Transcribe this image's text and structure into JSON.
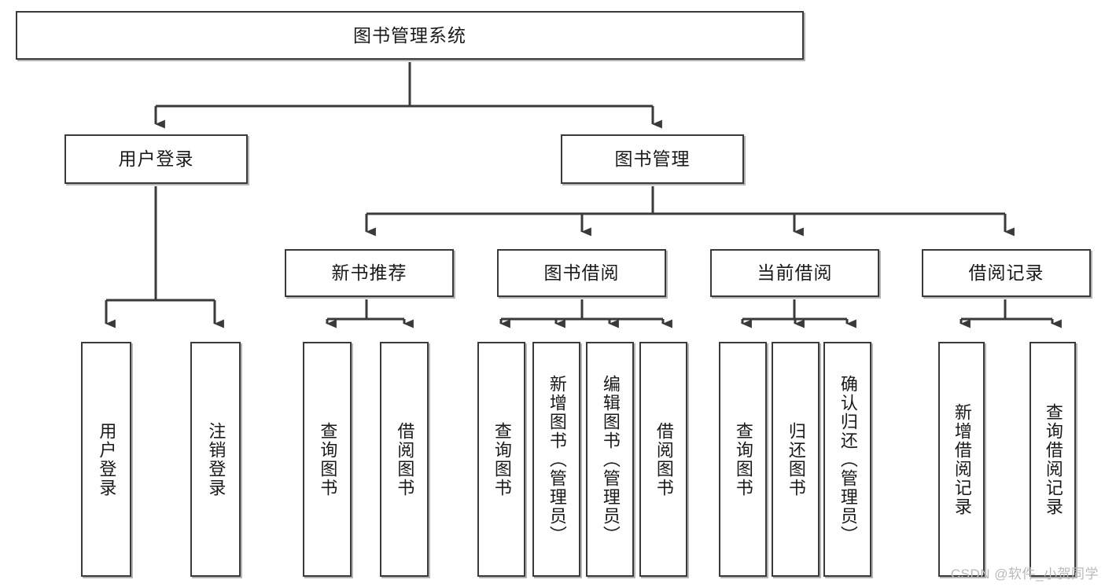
{
  "diagram": {
    "title": "图书管理系统",
    "type": "tree-hierarchy",
    "watermark": "CSDN @软件_小贺同学",
    "edge_color": "#3a3a3a",
    "box_border_color": "#3a3a3a",
    "box_fill_color": "#ffffff",
    "text_color": "#1a1a1a"
  },
  "nodes": {
    "root": {
      "label": "图书管理系统"
    },
    "level2": [
      {
        "label": "用户登录"
      },
      {
        "label": "图书管理"
      }
    ],
    "level3": [
      {
        "label": "新书推荐"
      },
      {
        "label": "图书借阅"
      },
      {
        "label": "当前借阅"
      },
      {
        "label": "借阅记录"
      }
    ],
    "leaves": {
      "user_login": [
        {
          "label": "用户登录"
        },
        {
          "label": "注销登录"
        }
      ],
      "new_book_recommend": [
        {
          "label": "查询图书"
        },
        {
          "label": "借阅图书"
        }
      ],
      "book_borrow": [
        {
          "label": "查询图书"
        },
        {
          "label": "新增图书（管理员）"
        },
        {
          "label": "编辑图书（管理员）"
        },
        {
          "label": "借阅图书"
        }
      ],
      "current_borrow": [
        {
          "label": "查询图书"
        },
        {
          "label": "归还图书"
        },
        {
          "label": "确认归还（管理员）"
        }
      ],
      "borrow_record": [
        {
          "label": "新增借阅记录"
        },
        {
          "label": "查询借阅记录"
        }
      ]
    }
  }
}
